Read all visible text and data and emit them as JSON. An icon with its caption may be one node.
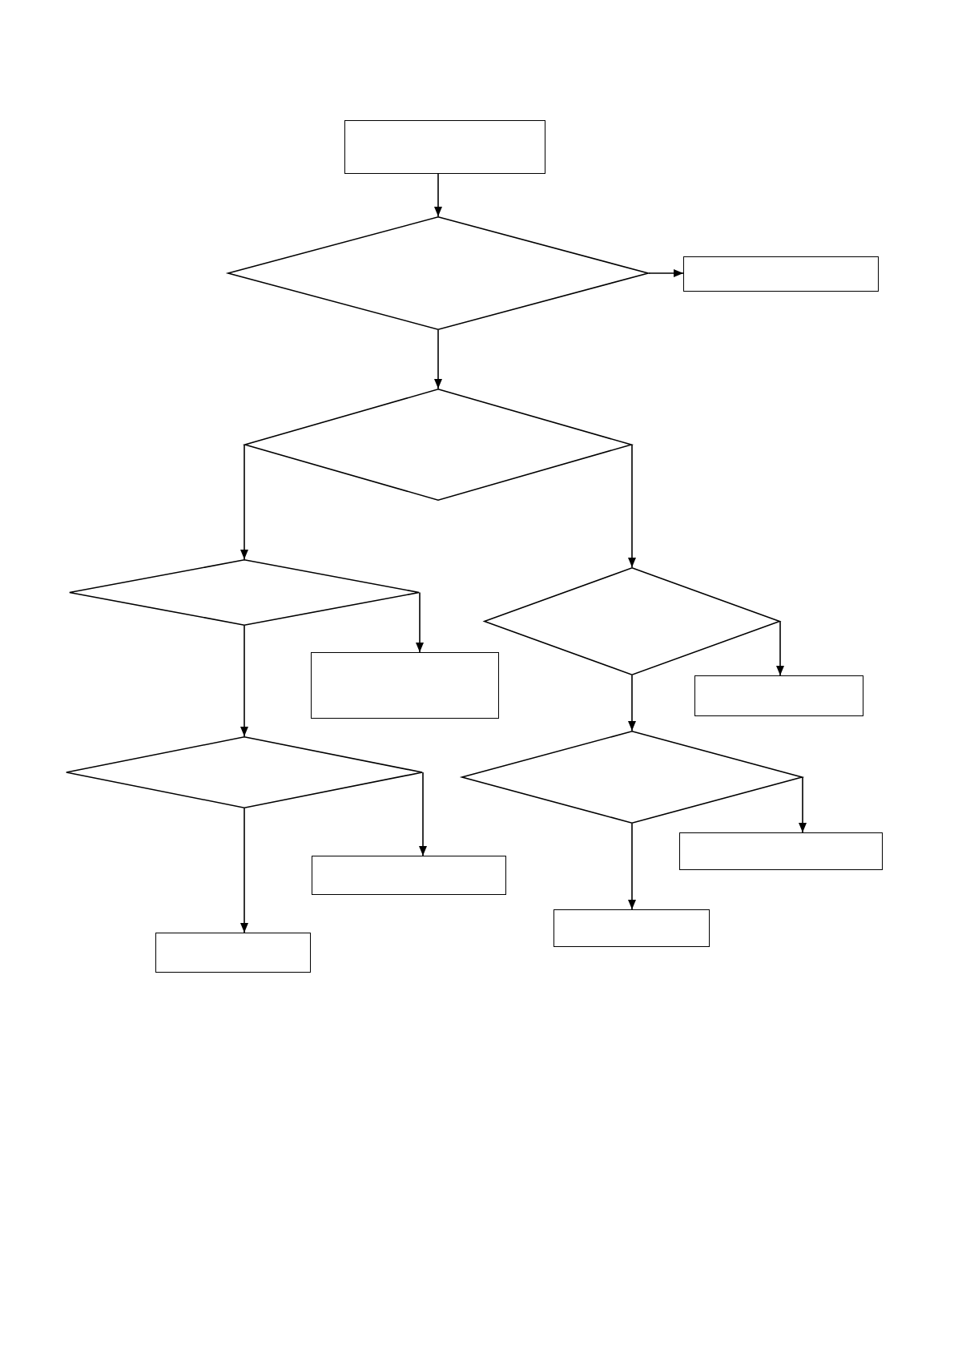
{
  "diagram": {
    "nodes": [
      {
        "text": [],
        "shape": "box"
      },
      {
        "text": [],
        "shape": "diamond"
      },
      {
        "text": [],
        "shape": "box"
      },
      {
        "text": [],
        "shape": "diamond"
      },
      {
        "text": [],
        "shape": "diamond"
      },
      {
        "text": [],
        "shape": "diamond"
      },
      {
        "text": [],
        "shape": "box"
      },
      {
        "text": [],
        "shape": "box"
      },
      {
        "text": [],
        "shape": "diamond"
      },
      {
        "text": [],
        "shape": "diamond"
      },
      {
        "text": [],
        "shape": "box"
      },
      {
        "text": [],
        "shape": "box"
      },
      {
        "text": [],
        "shape": "box"
      },
      {
        "text": [],
        "shape": "box"
      }
    ],
    "edges": [
      {
        "from": 0,
        "to": 1,
        "arrow": "to"
      },
      {
        "from": 1,
        "to": 2,
        "arrow": "to"
      },
      {
        "from": 1,
        "to": 3,
        "arrow": "to"
      },
      {
        "from": 3,
        "to": 4,
        "arrow": "to"
      },
      {
        "from": 3,
        "to": 5,
        "arrow": "to"
      },
      {
        "from": 4,
        "to": 6,
        "arrow": "to"
      },
      {
        "from": 4,
        "to": 8,
        "arrow": "to"
      },
      {
        "from": 5,
        "to": 7,
        "arrow": "to"
      },
      {
        "from": 5,
        "to": 9,
        "arrow": "to"
      },
      {
        "from": 8,
        "to": 11,
        "arrow": "to"
      },
      {
        "from": 8,
        "to": 13,
        "arrow": "to"
      },
      {
        "from": 9,
        "to": 10,
        "arrow": "to"
      },
      {
        "from": 9,
        "to": 12,
        "arrow": "to"
      }
    ]
  }
}
